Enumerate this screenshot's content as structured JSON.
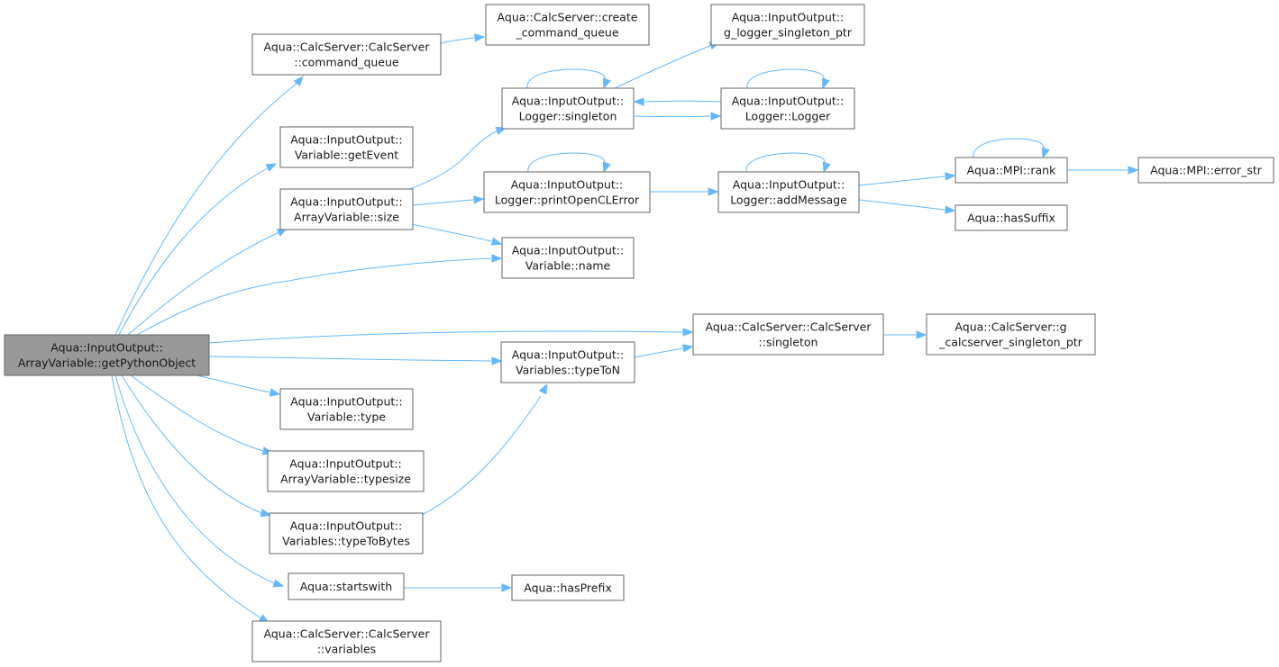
{
  "graph": {
    "nodes": [
      {
        "id": "root",
        "lines": [
          "Aqua::InputOutput::",
          "ArrayVariable::getPythonObject"
        ],
        "root": true
      },
      {
        "id": "command_queue",
        "lines": [
          "Aqua::CalcServer::CalcServer",
          "::command_queue"
        ]
      },
      {
        "id": "create_command_queue",
        "lines": [
          "Aqua::CalcServer::create",
          "_command_queue"
        ]
      },
      {
        "id": "getEvent",
        "lines": [
          "Aqua::InputOutput::",
          "Variable::getEvent"
        ]
      },
      {
        "id": "size",
        "lines": [
          "Aqua::InputOutput::",
          "ArrayVariable::size"
        ]
      },
      {
        "id": "logger_singleton",
        "lines": [
          "Aqua::InputOutput::",
          "Logger::singleton"
        ]
      },
      {
        "id": "g_logger_singleton_ptr",
        "lines": [
          "Aqua::InputOutput::",
          "g_logger_singleton_ptr"
        ]
      },
      {
        "id": "logger_logger",
        "lines": [
          "Aqua::InputOutput::",
          "Logger::Logger"
        ]
      },
      {
        "id": "printOpenCLError",
        "lines": [
          "Aqua::InputOutput::",
          "Logger::printOpenCLError"
        ]
      },
      {
        "id": "addMessage",
        "lines": [
          "Aqua::InputOutput::",
          "Logger::addMessage"
        ]
      },
      {
        "id": "mpi_rank",
        "lines": [
          "Aqua::MPI::rank"
        ]
      },
      {
        "id": "mpi_error_str",
        "lines": [
          "Aqua::MPI::error_str"
        ]
      },
      {
        "id": "hasSuffix",
        "lines": [
          "Aqua::hasSuffix"
        ]
      },
      {
        "id": "variable_name",
        "lines": [
          "Aqua::InputOutput::",
          "Variable::name"
        ]
      },
      {
        "id": "calcserver_singleton",
        "lines": [
          "Aqua::CalcServer::CalcServer",
          "::singleton"
        ]
      },
      {
        "id": "g_calcserver_singleton_ptr",
        "lines": [
          "Aqua::CalcServer::g",
          "_calcserver_singleton_ptr"
        ]
      },
      {
        "id": "typeToN",
        "lines": [
          "Aqua::InputOutput::",
          "Variables::typeToN"
        ]
      },
      {
        "id": "variable_type",
        "lines": [
          "Aqua::InputOutput::",
          "Variable::type"
        ]
      },
      {
        "id": "typesize",
        "lines": [
          "Aqua::InputOutput::",
          "ArrayVariable::typesize"
        ]
      },
      {
        "id": "typeToBytes",
        "lines": [
          "Aqua::InputOutput::",
          "Variables::typeToBytes"
        ]
      },
      {
        "id": "startswith",
        "lines": [
          "Aqua::startswith"
        ]
      },
      {
        "id": "hasPrefix",
        "lines": [
          "Aqua::hasPrefix"
        ]
      },
      {
        "id": "calcserver_variables",
        "lines": [
          "Aqua::CalcServer::CalcServer",
          "::variables"
        ]
      }
    ],
    "edges": [
      {
        "from": "root",
        "to": "command_queue"
      },
      {
        "from": "root",
        "to": "getEvent"
      },
      {
        "from": "root",
        "to": "size"
      },
      {
        "from": "root",
        "to": "variable_name"
      },
      {
        "from": "root",
        "to": "calcserver_singleton"
      },
      {
        "from": "root",
        "to": "typeToN"
      },
      {
        "from": "root",
        "to": "variable_type"
      },
      {
        "from": "root",
        "to": "typesize"
      },
      {
        "from": "root",
        "to": "typeToBytes"
      },
      {
        "from": "root",
        "to": "startswith"
      },
      {
        "from": "root",
        "to": "calcserver_variables"
      },
      {
        "from": "command_queue",
        "to": "create_command_queue"
      },
      {
        "from": "size",
        "to": "logger_singleton"
      },
      {
        "from": "size",
        "to": "printOpenCLError"
      },
      {
        "from": "size",
        "to": "variable_name"
      },
      {
        "from": "logger_singleton",
        "to": "logger_singleton"
      },
      {
        "from": "logger_singleton",
        "to": "g_logger_singleton_ptr"
      },
      {
        "from": "logger_singleton",
        "to": "logger_logger"
      },
      {
        "from": "logger_logger",
        "to": "logger_logger"
      },
      {
        "from": "logger_logger",
        "to": "logger_singleton"
      },
      {
        "from": "printOpenCLError",
        "to": "printOpenCLError"
      },
      {
        "from": "printOpenCLError",
        "to": "addMessage"
      },
      {
        "from": "addMessage",
        "to": "addMessage"
      },
      {
        "from": "addMessage",
        "to": "mpi_rank"
      },
      {
        "from": "addMessage",
        "to": "hasSuffix"
      },
      {
        "from": "mpi_rank",
        "to": "mpi_rank"
      },
      {
        "from": "mpi_rank",
        "to": "mpi_error_str"
      },
      {
        "from": "calcserver_singleton",
        "to": "g_calcserver_singleton_ptr"
      },
      {
        "from": "typeToN",
        "to": "calcserver_singleton"
      },
      {
        "from": "typeToBytes",
        "to": "typeToN"
      },
      {
        "from": "startswith",
        "to": "hasPrefix"
      }
    ],
    "colors": {
      "edge": "#63b8ff",
      "root_fill": "#999999",
      "node_fill": "#ffffff",
      "node_border": "#666666"
    }
  }
}
